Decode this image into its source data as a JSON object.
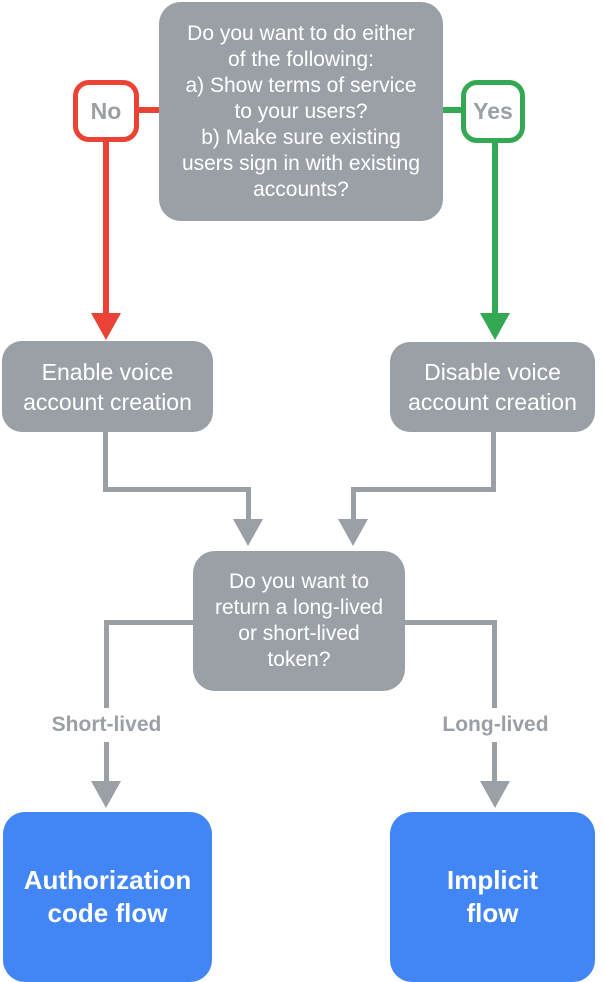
{
  "colors": {
    "gray": "#9AA0A6",
    "red": "#EA4335",
    "green": "#34A853",
    "blue": "#4285F4",
    "muted_text": "#9AA0A6",
    "white": "#FFFFFF"
  },
  "nodes": {
    "question_top": "Do you want to do either\nof the following:\na) Show terms of service\nto your users?\nb) Make sure existing\nusers sign in with existing\naccounts?",
    "no_label": "No",
    "yes_label": "Yes",
    "enable_voice": "Enable voice\naccount creation",
    "disable_voice": "Disable voice\naccount creation",
    "question_token": "Do you want to\nreturn a long-lived\nor short-lived\ntoken?",
    "short_lived_label": "Short-lived",
    "long_lived_label": "Long-lived",
    "authorization_flow": "Authorization\ncode flow",
    "implicit_flow": "Implicit\nflow"
  }
}
